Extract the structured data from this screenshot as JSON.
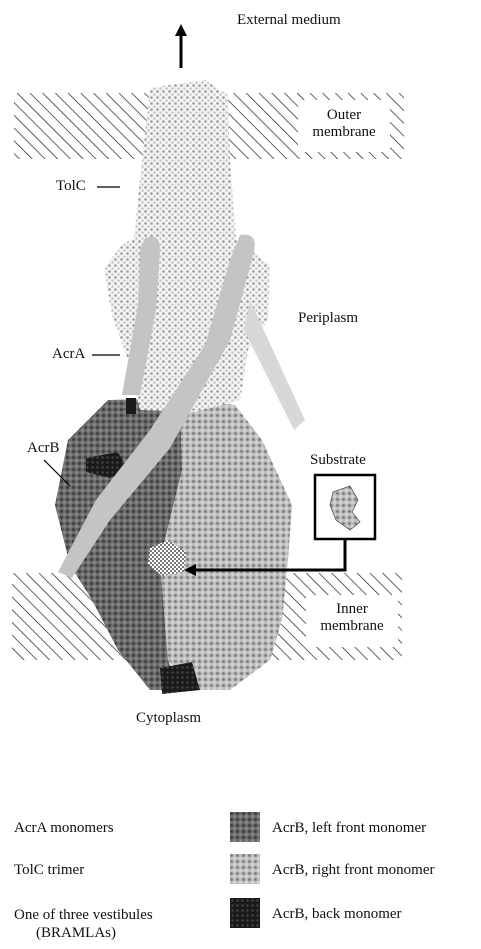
{
  "labels": {
    "external_medium": "External medium",
    "outer_membrane": "Outer membrane",
    "tolc": "TolC",
    "periplasm": "Periplasm",
    "acra": "AcrA",
    "acrb": "AcrB",
    "substrate": "Substrate",
    "inner_membrane": "Inner membrane",
    "cytoplasm": "Cytoplasm"
  },
  "legend": {
    "acra_monomers": "AcrA monomers",
    "tolc_trimer": "TolC trimer",
    "vestibule_line1": "One of three vestibules",
    "vestibule_line2": "(BRAMLAs)",
    "acrb_left": "AcrB, left front monomer",
    "acrb_right": "AcrB, right front monomer",
    "acrb_back": "AcrB, back monomer"
  },
  "colors": {
    "acrb_left_front": "#6e6e6e",
    "acrb_right_front": "#b9b9b9",
    "acrb_back": "#1e1e1e",
    "acra": "#c4c4c4",
    "tolc": "#efefef"
  }
}
